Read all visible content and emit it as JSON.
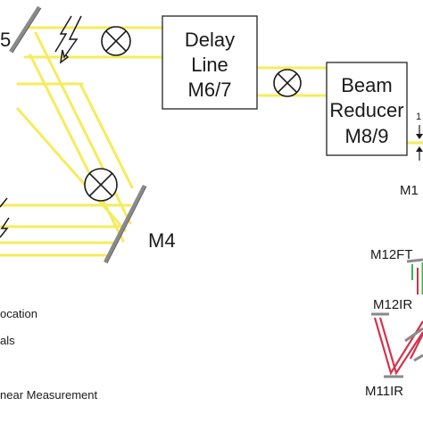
{
  "colors": {
    "beam": "#f5ec5c",
    "red_beam": "#d2334b",
    "green_beam": "#3db54a",
    "box_stroke": "#333333"
  },
  "boxes": {
    "delay_line": {
      "line1": "Delay",
      "line2": "Line",
      "line3": "M6/7"
    },
    "beam_reducer": {
      "line1": "Beam",
      "line2": "Reducer",
      "line3": "M8/9"
    }
  },
  "labels": {
    "m5_partial": "5",
    "m4": "M4",
    "m1_partial": "M1",
    "m12ft": "M12FT",
    "m12ir": "M12IR",
    "m11ir": "M11IR"
  },
  "legend": {
    "item1": "ocation",
    "item2": "als",
    "item3": "near Measurement"
  },
  "icons": [
    "chopper-icon",
    "lightning-bolt-icon",
    "mirror-icon"
  ]
}
